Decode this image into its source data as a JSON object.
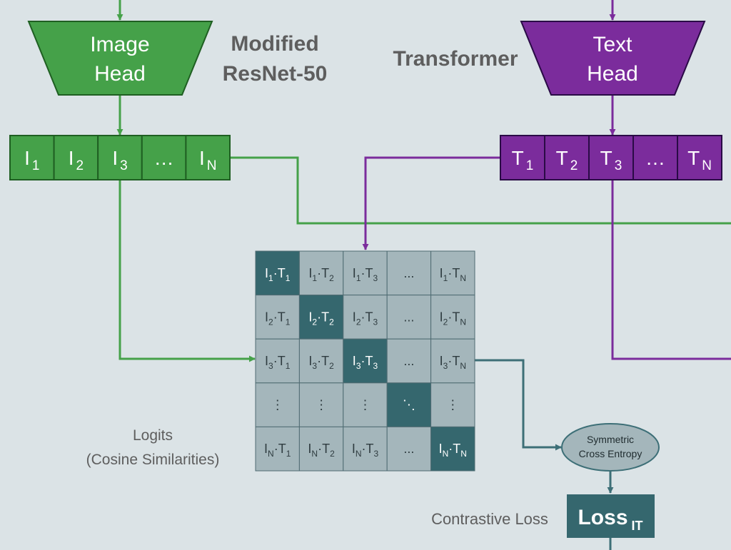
{
  "image_head": {
    "line1": "Image",
    "line2": "Head"
  },
  "image_model": {
    "line1": "Modified",
    "line2": "ResNet-50"
  },
  "text_model": "Transformer",
  "text_head": {
    "line1": "Text",
    "line2": "Head"
  },
  "image_vector": [
    {
      "base": "I",
      "sub": "1"
    },
    {
      "base": "I",
      "sub": "2"
    },
    {
      "base": "I",
      "sub": "3"
    },
    {
      "base": "…",
      "sub": ""
    },
    {
      "base": "I",
      "sub": "N"
    }
  ],
  "text_vector": [
    {
      "base": "T",
      "sub": "1"
    },
    {
      "base": "T",
      "sub": "2"
    },
    {
      "base": "T",
      "sub": "3"
    },
    {
      "base": "…",
      "sub": ""
    },
    {
      "base": "T",
      "sub": "N"
    }
  ],
  "matrix": [
    [
      {
        "i": "1",
        "t": "1"
      },
      {
        "i": "1",
        "t": "2"
      },
      {
        "i": "1",
        "t": "3"
      },
      {
        "dots": "..."
      },
      {
        "i": "1",
        "t": "N"
      }
    ],
    [
      {
        "i": "2",
        "t": "1"
      },
      {
        "i": "2",
        "t": "2"
      },
      {
        "i": "2",
        "t": "3"
      },
      {
        "dots": "..."
      },
      {
        "i": "2",
        "t": "N"
      }
    ],
    [
      {
        "i": "3",
        "t": "1"
      },
      {
        "i": "3",
        "t": "2"
      },
      {
        "i": "3",
        "t": "3"
      },
      {
        "dots": "..."
      },
      {
        "i": "3",
        "t": "N"
      }
    ],
    [
      {
        "dots": "⋮"
      },
      {
        "dots": "⋮"
      },
      {
        "dots": "⋮"
      },
      {
        "dots": "⋱"
      },
      {
        "dots": "⋮"
      }
    ],
    [
      {
        "i": "N",
        "t": "1"
      },
      {
        "i": "N",
        "t": "2"
      },
      {
        "i": "N",
        "t": "3"
      },
      {
        "dots": "..."
      },
      {
        "i": "N",
        "t": "N"
      }
    ]
  ],
  "diagonal": [
    [
      0,
      0
    ],
    [
      1,
      1
    ],
    [
      2,
      2
    ],
    [
      3,
      3
    ],
    [
      4,
      4
    ]
  ],
  "logits_label": {
    "line1": "Logits",
    "line2": "(Cosine Similarities)"
  },
  "sce_label": {
    "line1": "Symmetric",
    "line2": "Cross Entropy"
  },
  "contrastive_label": "Contrastive Loss",
  "loss_box": {
    "main": "Loss",
    "sub": "IT"
  },
  "colors": {
    "green": "#45a149",
    "purple": "#7b2c9c",
    "teal": "#35676e",
    "gray_cell": "#a4b6bb",
    "background": "#dbe3e6"
  }
}
